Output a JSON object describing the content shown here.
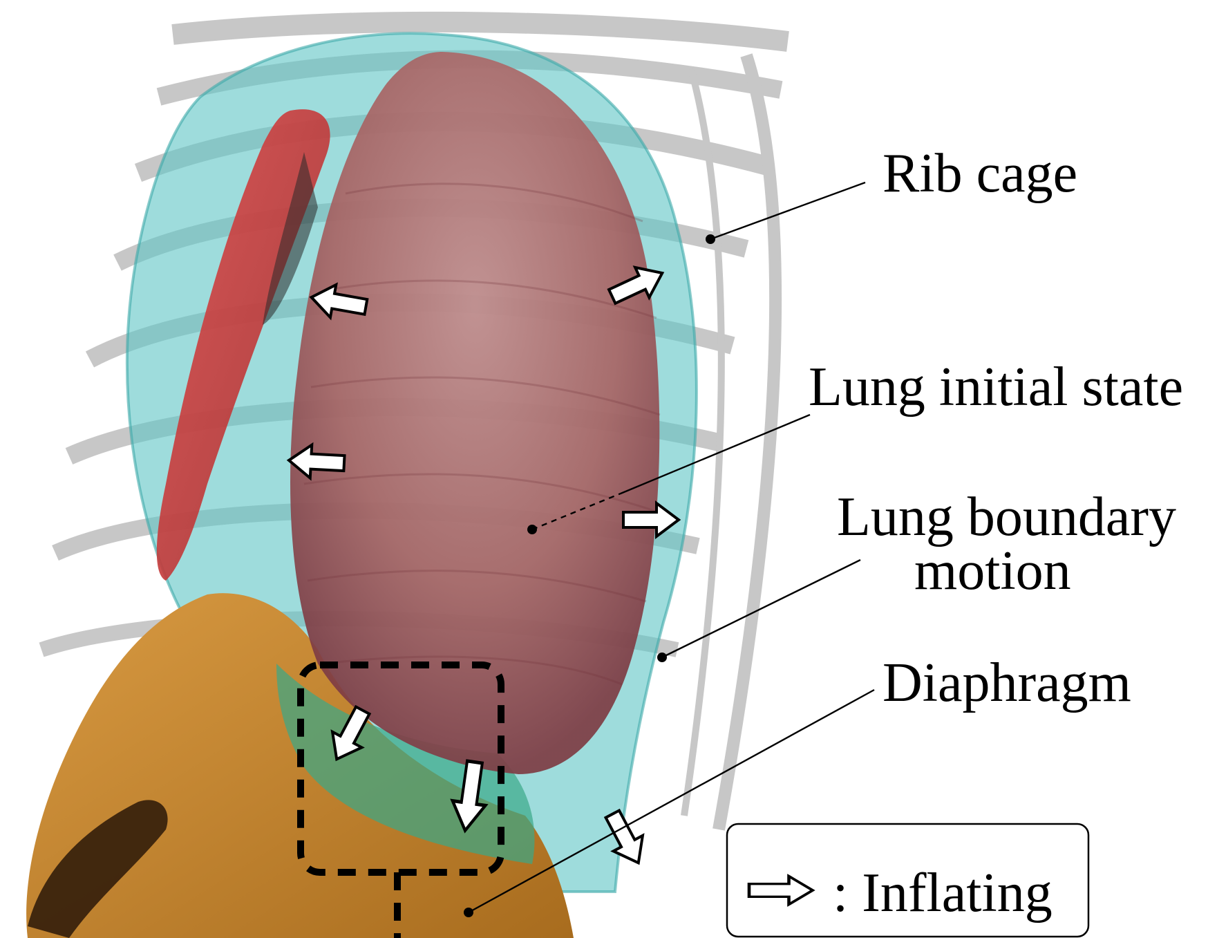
{
  "labels": {
    "rib_cage": "Rib cage",
    "lung_initial_state": "Lung initial state",
    "lung_boundary_motion_line1": "Lung boundary",
    "lung_boundary_motion_line2": "motion",
    "diaphragm": "Diaphragm"
  },
  "legend": {
    "symbol_icon": "hollow-arrow-right-icon",
    "text": ": Inflating"
  },
  "colors": {
    "rib_cage": "#b8b8b8",
    "lung_boundary": "#5ec4c4",
    "lung_initial": "#9a5858",
    "heart_red": "#d83a3a",
    "diaphragm": "#c8882e",
    "inflation_zone": "#3aa888"
  }
}
